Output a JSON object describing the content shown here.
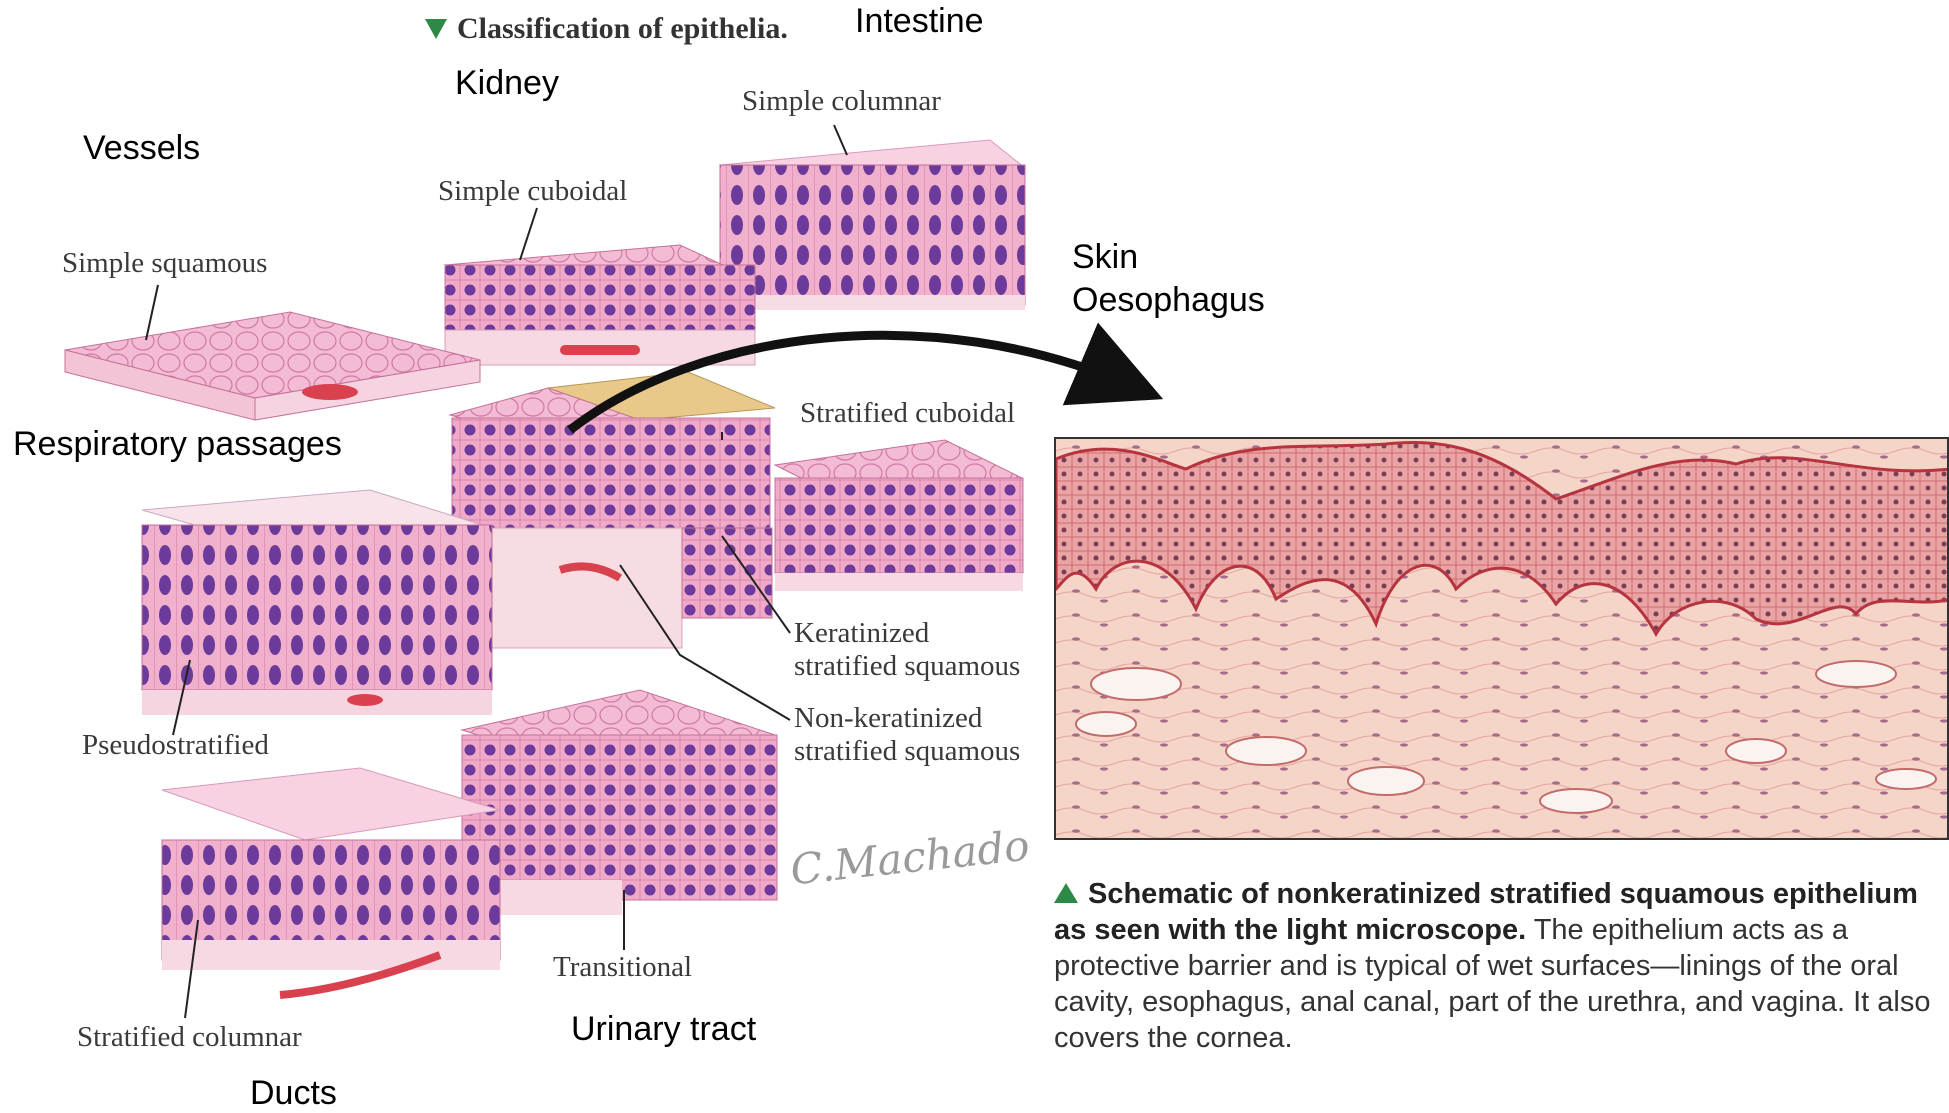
{
  "figure": {
    "title": "Classification of epithelia."
  },
  "tissue_labels": {
    "simple_columnar": "Simple columnar",
    "simple_cuboidal": "Simple cuboidal",
    "simple_squamous": "Simple squamous",
    "stratified_cuboidal": "Stratified cuboidal",
    "keratinized_1": "Keratinized",
    "keratinized_2": "stratified squamous",
    "nonkeratinized_1": "Non-keratinized",
    "nonkeratinized_2": "stratified squamous",
    "pseudostratified": "Pseudostratified",
    "transitional": "Transitional",
    "stratified_columnar": "Stratified columnar"
  },
  "location_labels": {
    "intestine": "Intestine",
    "kidney": "Kidney",
    "vessels": "Vessels",
    "skin": "Skin",
    "oesophagus": "Oesophagus",
    "respiratory": "Respiratory passages",
    "urinary": "Urinary tract",
    "ducts": "Ducts"
  },
  "signature": "C.Machado",
  "caption": {
    "bold": "Schematic of nonkeratinized stratified squamous epithelium as seen with the light microscope.",
    "text": " The epithelium acts as a protective barrier and is typical of wet surfaces—linings of the oral cavity, esophagus, anal canal, part of the urethra, and vagina. It also covers the cornea."
  },
  "colors": {
    "marker_green": "#2d8a46",
    "tissue_pink": "#f2b6cf",
    "nucleus_purple": "#6b3a9a",
    "keratin_tan": "#e8c98a",
    "micro_pink": "#f6d2c6"
  }
}
